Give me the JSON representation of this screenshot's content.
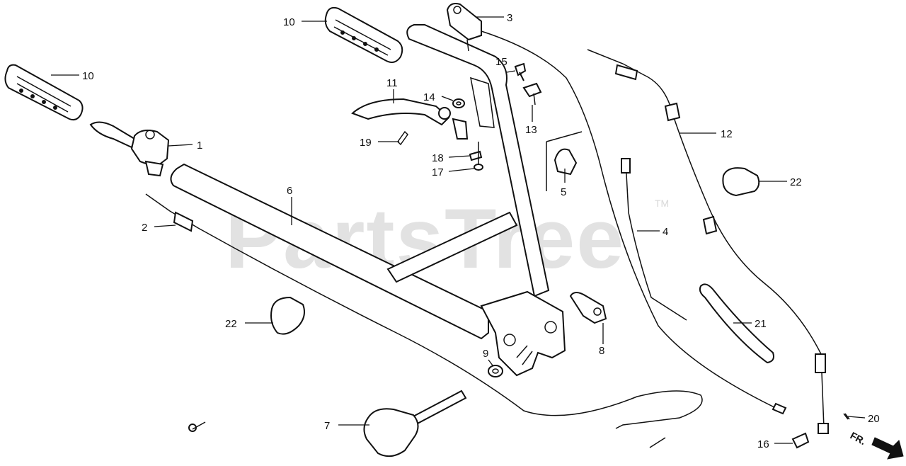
{
  "watermark": {
    "text": "PartsTree",
    "tm": "TM"
  },
  "direction_marker": {
    "text": "FR."
  },
  "callouts": [
    {
      "id": "1",
      "text": "1"
    },
    {
      "id": "2",
      "text": "2"
    },
    {
      "id": "3",
      "text": "3"
    },
    {
      "id": "4",
      "text": "4"
    },
    {
      "id": "5",
      "text": "5"
    },
    {
      "id": "6",
      "text": "6"
    },
    {
      "id": "7",
      "text": "7"
    },
    {
      "id": "8",
      "text": "8"
    },
    {
      "id": "9",
      "text": "9"
    },
    {
      "id": "10a",
      "text": "10"
    },
    {
      "id": "10b",
      "text": "10"
    },
    {
      "id": "11",
      "text": "11"
    },
    {
      "id": "12",
      "text": "12"
    },
    {
      "id": "13",
      "text": "13"
    },
    {
      "id": "14",
      "text": "14"
    },
    {
      "id": "15",
      "text": "15"
    },
    {
      "id": "16",
      "text": "16"
    },
    {
      "id": "17",
      "text": "17"
    },
    {
      "id": "18",
      "text": "18"
    },
    {
      "id": "19",
      "text": "19"
    },
    {
      "id": "20",
      "text": "20"
    },
    {
      "id": "21",
      "text": "21"
    },
    {
      "id": "22a",
      "text": "22"
    },
    {
      "id": "22b",
      "text": "22"
    }
  ]
}
